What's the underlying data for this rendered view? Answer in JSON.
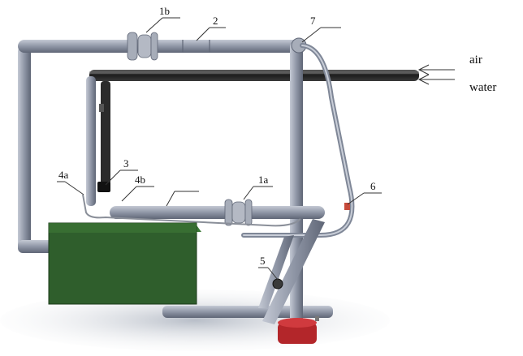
{
  "labels": {
    "l1a": "1a",
    "l1b": "1b",
    "l2": "2",
    "l3": "3",
    "l4a": "4a",
    "l4b": "4b",
    "l5": "5",
    "l6": "6",
    "l7": "7"
  },
  "inlets": {
    "air": "air",
    "water": "water"
  },
  "colors": {
    "pipe": "#8f96a6",
    "pipe_dark": "#2a2a2a",
    "tank": "#2f5e2c",
    "pump": "#b3262a",
    "floor": "#cdd2d9"
  }
}
